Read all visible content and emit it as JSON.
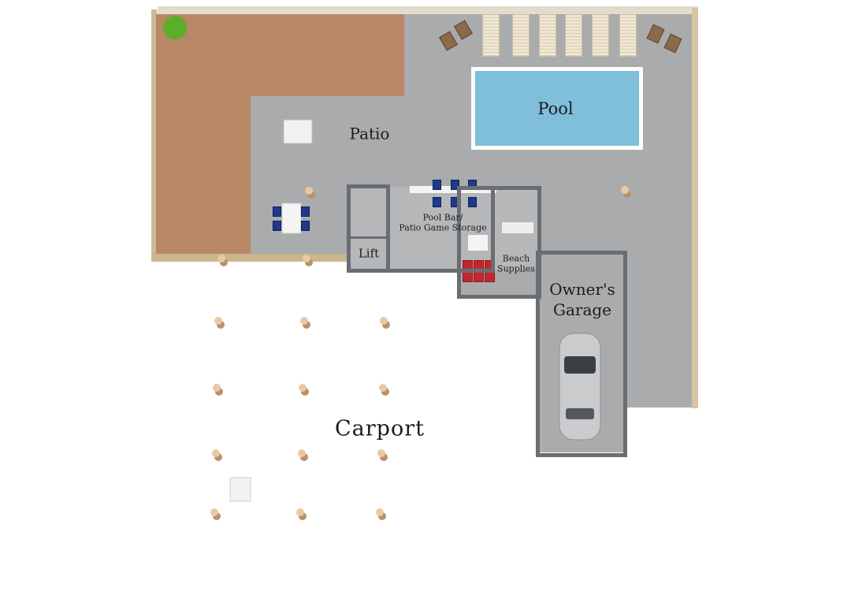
{
  "plan": {
    "rooms": {
      "patio": "Patio",
      "pool": "Pool",
      "pool_bar_line1": "Pool Bar/",
      "pool_bar_line2": "Patio Game Storage",
      "lift": "Lift",
      "beach_line1": "Beach",
      "beach_line2": "Supplies",
      "garage_line1": "Owner's",
      "garage_line2": "Garage",
      "carport": "Carport"
    },
    "colors": {
      "deck": "#b88865",
      "floor": "#a9abad",
      "pool_water": "#7fbfdc",
      "wall": "#6a6e72",
      "post": "#e9c9a4"
    }
  }
}
